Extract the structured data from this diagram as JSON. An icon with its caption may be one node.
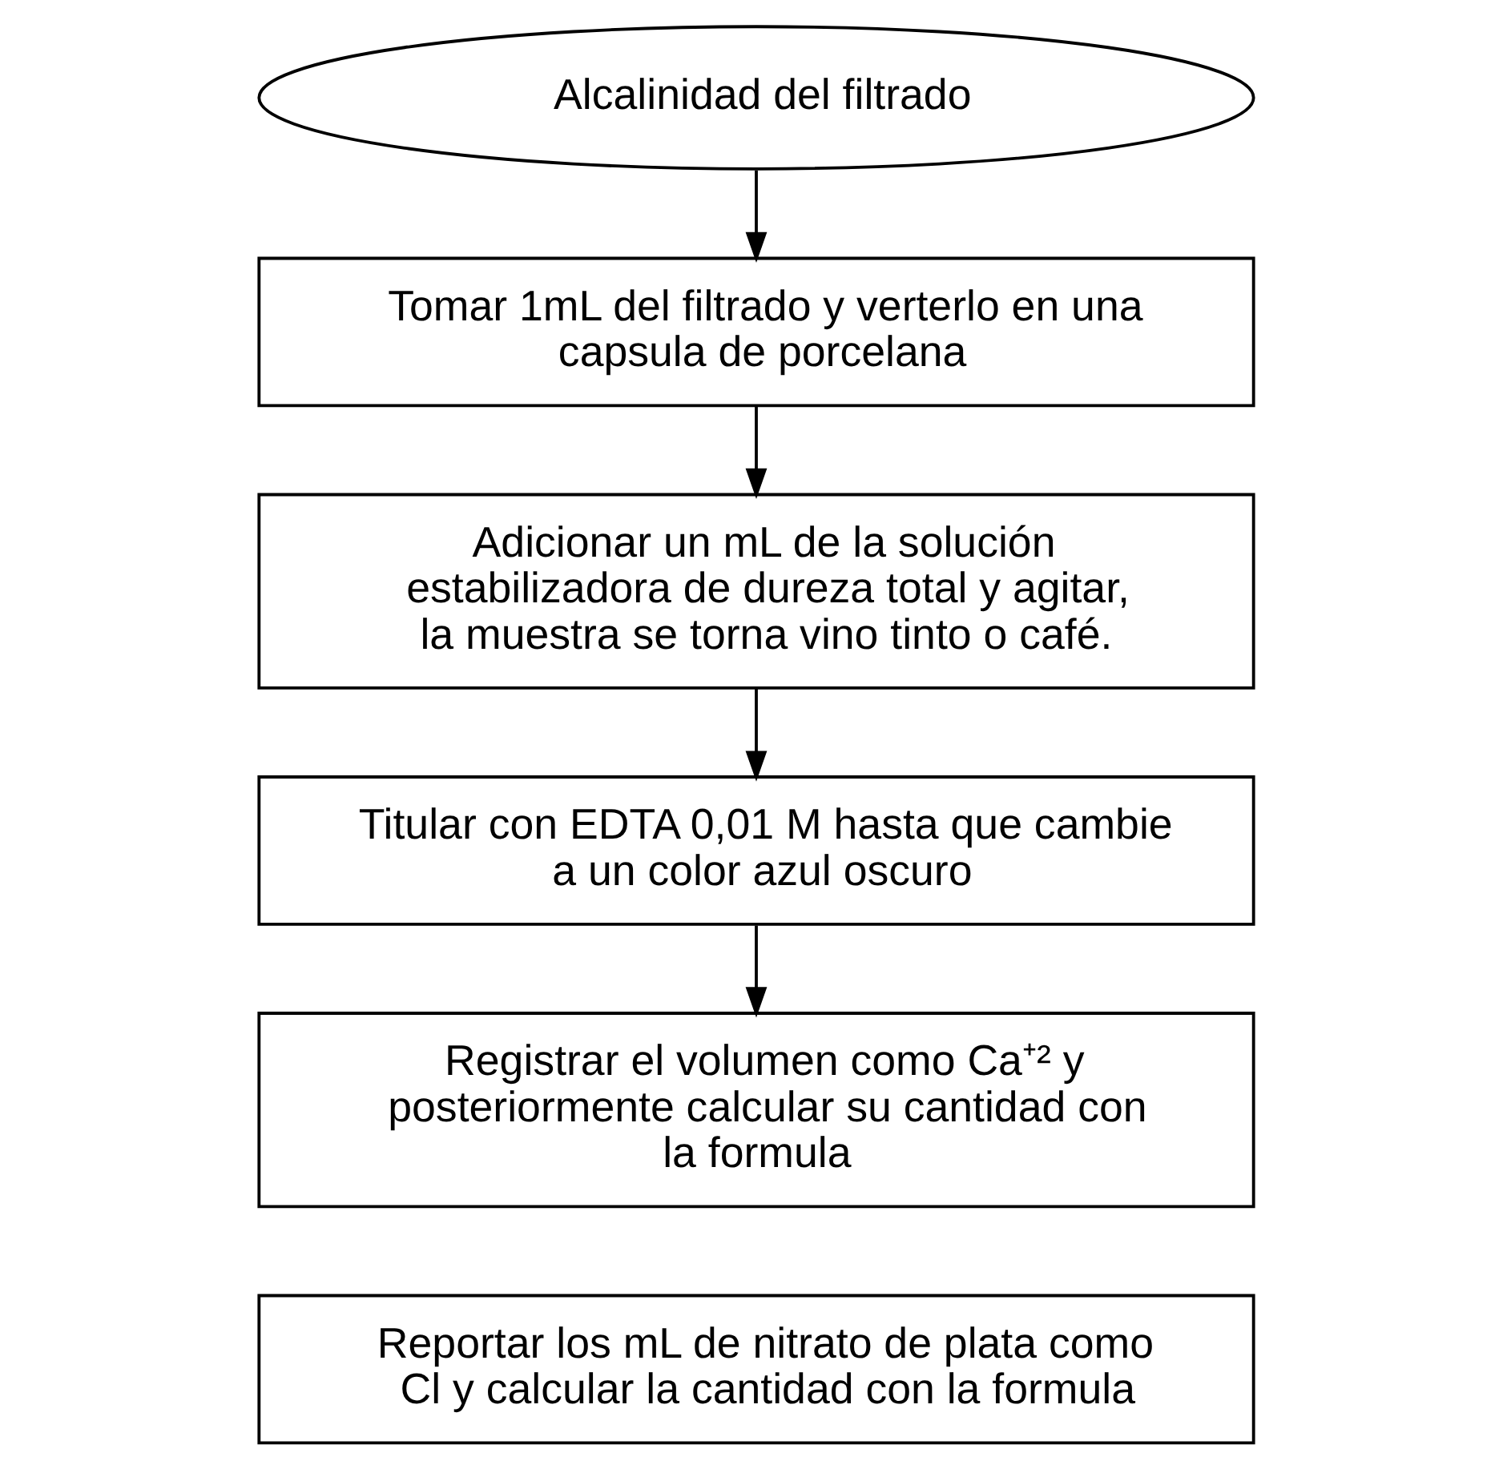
{
  "diagram": {
    "nodes": [
      {
        "text": [
          "Alcalinidad del filtrado"
        ]
      },
      {
        "text": [
          "Tomar 1mL del filtrado y verterlo en una capsula de porcelana"
        ]
      },
      {
        "text": [
          "Adicionar un mL de la solución estabilizadora de dureza total y agitar, la muestra se torna vino tinto o café."
        ]
      },
      {
        "text": [
          "Titular con EDTA 0,01 M hasta que cambie a un color azul oscuro"
        ]
      },
      {
        "text": [
          "Registrar el volumen como Ca⁺² y posteriormente calcular su cantidad con la formula"
        ]
      },
      {
        "text": [
          "Reportar los mL de nitrato de plata como Cl y calcular la cantidad con la formula"
        ]
      }
    ],
    "edges": [
      {
        "from": 0,
        "to": 1,
        "arrow": "to"
      },
      {
        "from": 1,
        "to": 2,
        "arrow": "to"
      },
      {
        "from": 2,
        "to": 3,
        "arrow": "to"
      },
      {
        "from": 3,
        "to": 4,
        "arrow": "to"
      }
    ]
  }
}
